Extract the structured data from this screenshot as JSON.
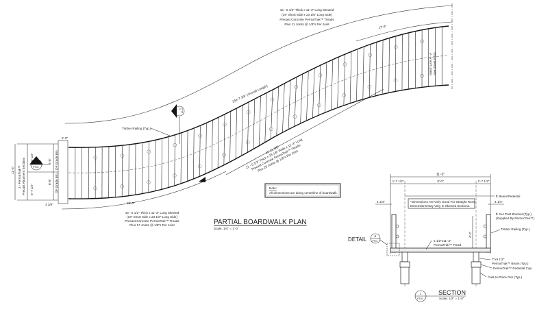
{
  "plan": {
    "title": "PARTIAL BOARDWALK PLAN",
    "scale": "Scale: 1/4\" = 1'-0\"",
    "overall_length": "249'-7 3/8\" (Overall Length)",
    "top_note": [
      "16 - 5 1/2\" Thick x 11'-3\" Long Skewed",
      "(19\" Short Side x 23 1/8\" Long Side)",
      "Precast Concrete PermaTrak™ Treads",
      "Plus 11 Joints @ 1/8\"s Per Joint"
    ],
    "top_dim": "17'-8\"",
    "middle_note": [
      "41'-11 3/8\"",
      "21 - 5 1/2\" Thick x 23 1/8\" Wide x 11'-3\" Long",
      "Precast Concrete PermaTrak™ Treads",
      "Plus 20 Joints @ 1/8\"s Per Joint"
    ],
    "bottom_note": [
      "16 - 5 1/2\" Thick x 11'-3\" Long Skewed",
      "(19\" Short Side x 23 1/8\" Long Side)",
      "Precast Concrete PermaTrak™ Treads",
      "Plus 17 Joints @ 1/8\"s Per Joint"
    ],
    "bottom_dim": "28'-3\"",
    "timber_railing": "Timber Railing (Typ.)",
    "match_line": [
      "Match Line A - A",
      "See Sheet PT03"
    ],
    "note_box": {
      "heading": "Note:",
      "text": "All dimensions are along centerline of boardwalk."
    },
    "left_dims": {
      "overall": "11'-3\"",
      "abutment": [
        "3 - PermaTrak™",
        "Precast Abutment Sections"
      ],
      "seg1": "5'-7 1/2\"",
      "seg2": "5'-7 1/2\"",
      "grade_top": "6'-8\"",
      "grade_top_label": "OF Grade Bm",
      "grade_bot": "6'-8\"",
      "grade_bot_label": "OF Grade Bm",
      "top_small": "2'-0\"",
      "bottom_small": "3 3/8\""
    },
    "callout_left": {
      "number": "2",
      "sheet": "PT04"
    },
    "callout_mid": {
      "number": "1",
      "sheet": "PT02"
    }
  },
  "section": {
    "title": "SECTION",
    "scale": "Scale: 1/2\" = 1'-0\"",
    "callout": {
      "number": "1",
      "sheet": "PT02"
    },
    "overall_width": "11'-3\"",
    "left_edge": "1'-7 1/2\"",
    "center": "8'-0\"",
    "right_edge": "1'-7 1/2\"",
    "left_inset": "4 1/4\"",
    "right_inset": "4 1/4\"",
    "rail_height": "4'-0\"",
    "dim_note": [
      "*Dimensions Are Only Good For Straight Runs.",
      "Dimensions May Vary In Skewed Sections."
    ],
    "labels": {
      "beam_pedestal": "℄ Beam/Pedestal",
      "post_bracket": [
        "℄ 4x4 Post Bracket (Typ.)",
        "(Supplied By PermaTrak™)"
      ],
      "timber_railing": "Timber Railing (Typ.)",
      "tread": [
        "5 1/2\"x11'-3\"",
        "PermaTrak™ Tread"
      ],
      "beam": [
        "7\"x9 1/2\"",
        "PermaTrak™ Beam (Typ.)"
      ],
      "pedestal_cap": "PermaTrak™ Pedestal Cap",
      "pier": "Cast-In-Place Pier (Typ.)"
    }
  },
  "detail": {
    "label": "DETAIL",
    "letter": "B",
    "sheet": "PT01"
  }
}
